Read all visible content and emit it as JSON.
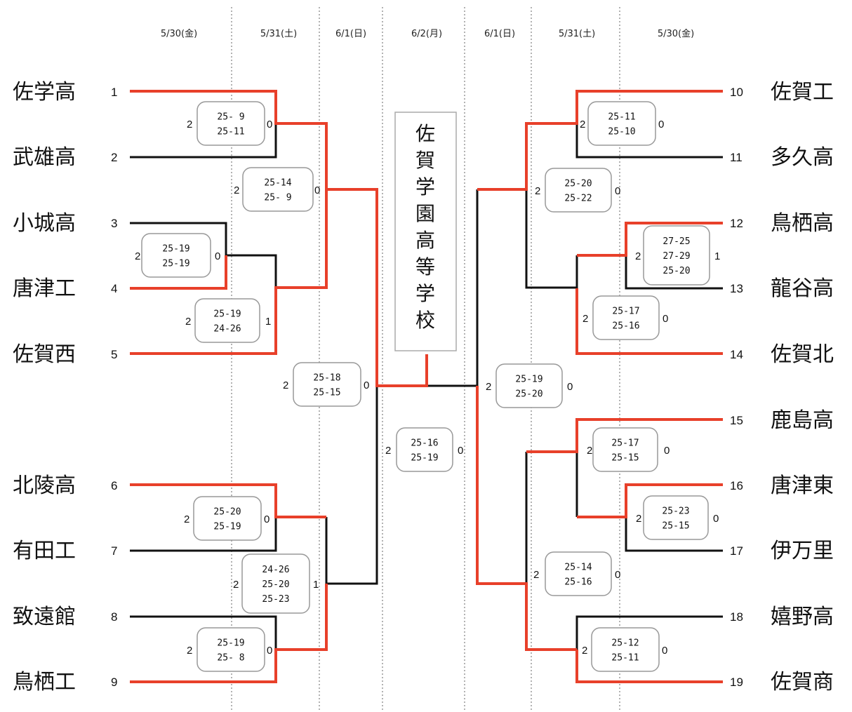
{
  "colors": {
    "win": "#e8402a",
    "lose": "#111111",
    "divider": "#666666",
    "box_border": "#999999"
  },
  "dates": [
    "5/30(金)",
    "5/31(土)",
    "6/1(日)",
    "6/2(月)",
    "6/1(日)",
    "5/31(土)",
    "5/30(金)"
  ],
  "winner": "佐賀学園高等学校",
  "teams": [
    {
      "seed": "1",
      "name": "佐学高"
    },
    {
      "seed": "2",
      "name": "武雄高"
    },
    {
      "seed": "3",
      "name": "小城高"
    },
    {
      "seed": "4",
      "name": "唐津工"
    },
    {
      "seed": "5",
      "name": "佐賀西"
    },
    {
      "seed": "6",
      "name": "北陵高"
    },
    {
      "seed": "7",
      "name": "有田工"
    },
    {
      "seed": "8",
      "name": "致遠館"
    },
    {
      "seed": "9",
      "name": "鳥栖工"
    },
    {
      "seed": "10",
      "name": "佐賀工"
    },
    {
      "seed": "11",
      "name": "多久高"
    },
    {
      "seed": "12",
      "name": "鳥栖高"
    },
    {
      "seed": "13",
      "name": "龍谷高"
    },
    {
      "seed": "14",
      "name": "佐賀北"
    },
    {
      "seed": "15",
      "name": "鹿島高"
    },
    {
      "seed": "16",
      "name": "唐津東"
    },
    {
      "seed": "17",
      "name": "伊万里"
    },
    {
      "seed": "18",
      "name": "嬉野高"
    },
    {
      "seed": "19",
      "name": "佐賀商"
    }
  ],
  "matches": [
    {
      "id": "m-3v4",
      "left": "2",
      "sets": [
        "25-19",
        "25-19"
      ],
      "right": "0"
    },
    {
      "id": "m-1v2",
      "left": "2",
      "sets": [
        "25- 9",
        "25-11"
      ],
      "right": "0"
    },
    {
      "id": "m-sf-a",
      "left": "2",
      "sets": [
        "25-14",
        "25- 9"
      ],
      "right": "0"
    },
    {
      "id": "m-4v5",
      "left": "2",
      "sets": [
        "25-19",
        "24-26"
      ],
      "right": "1"
    },
    {
      "id": "m-semi-l1",
      "left": "2",
      "sets": [
        "25-18",
        "25-15"
      ],
      "right": "0"
    },
    {
      "id": "m-6v7",
      "left": "2",
      "sets": [
        "25-20",
        "25-19"
      ],
      "right": "0"
    },
    {
      "id": "m-sf-b",
      "left": "2",
      "sets": [
        "24-26",
        "25-20",
        "25-23"
      ],
      "right": "1"
    },
    {
      "id": "m-8v9",
      "left": "2",
      "sets": [
        "25-19",
        "25- 8"
      ],
      "right": "0"
    },
    {
      "id": "m-final",
      "left": "2",
      "sets": [
        "25-16",
        "25-19"
      ],
      "right": "0"
    },
    {
      "id": "m-10v11",
      "left": "2",
      "sets": [
        "25-11",
        "25-10"
      ],
      "right": "0"
    },
    {
      "id": "m-sf-c",
      "left": "2",
      "sets": [
        "25-20",
        "25-22"
      ],
      "right": "0"
    },
    {
      "id": "m-12v13",
      "left": "2",
      "sets": [
        "27-25",
        "27-29",
        "25-20"
      ],
      "right": "1"
    },
    {
      "id": "m-13v14",
      "left": "2",
      "sets": [
        "25-17",
        "25-16"
      ],
      "right": "0"
    },
    {
      "id": "m-semi-r1",
      "left": "2",
      "sets": [
        "25-19",
        "25-20"
      ],
      "right": "0"
    },
    {
      "id": "m-15v16",
      "left": "2",
      "sets": [
        "25-17",
        "25-15"
      ],
      "right": "0"
    },
    {
      "id": "m-16v17",
      "left": "2",
      "sets": [
        "25-23",
        "25-15"
      ],
      "right": "0"
    },
    {
      "id": "m-sf-d",
      "left": "2",
      "sets": [
        "25-14",
        "25-16"
      ],
      "right": "0"
    },
    {
      "id": "m-18v19",
      "left": "2",
      "sets": [
        "25-12",
        "25-11"
      ],
      "right": "0"
    }
  ]
}
